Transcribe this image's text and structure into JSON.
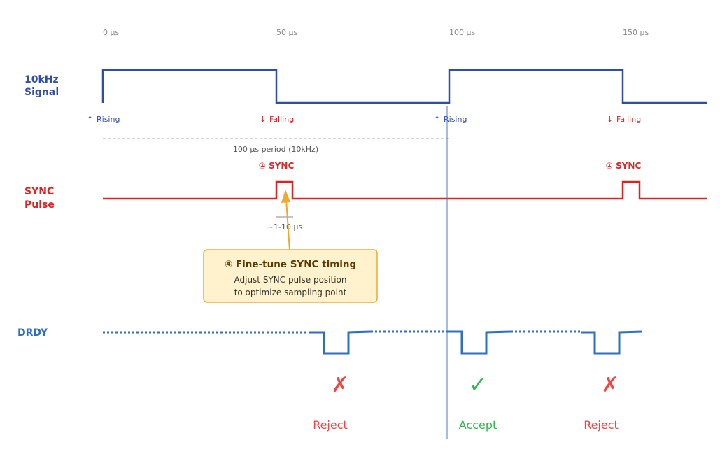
{
  "axis": {
    "ticks": [
      "0 µs",
      "50 µs",
      "100 µs",
      "150 µs"
    ]
  },
  "signal": {
    "label_line1": "10kHz",
    "label_line2": "Signal",
    "edges": [
      {
        "arrow": "↑",
        "text": "Rising",
        "kind": "rising"
      },
      {
        "arrow": "↓",
        "text": "Falling",
        "kind": "falling"
      },
      {
        "arrow": "↑",
        "text": "Rising",
        "kind": "rising"
      },
      {
        "arrow": "↓",
        "text": "Falling",
        "kind": "falling"
      }
    ],
    "period_label": "100 µs period (10kHz)"
  },
  "sync": {
    "label_line1": "SYNC",
    "label_line2": "Pulse",
    "pulse_labels": [
      "① SYNC",
      "① SYNC"
    ],
    "width_label": "~1-10 µs"
  },
  "drdy": {
    "label": "DRDY"
  },
  "verdicts": [
    {
      "mark": "✗",
      "text": "Reject",
      "color": "#ee4444"
    },
    {
      "mark": "✓",
      "text": "Accept",
      "color": "#2db34a"
    },
    {
      "mark": "✗",
      "text": "Reject",
      "color": "#ee4444"
    }
  ],
  "callout": {
    "title": "④ Fine-tune SYNC timing",
    "line1": "Adjust SYNC pulse position",
    "line2": "to optimize sampling point"
  },
  "colors": {
    "signal": "#2f4ea8",
    "sync": "#dd2222",
    "drdy": "#2e6fc4",
    "cursor": "#4a78c0",
    "callout_fill": "#fff2cc",
    "callout_border": "#f0a830",
    "arrow": "#f0a830",
    "grid_dash": "#aaaaaa"
  }
}
